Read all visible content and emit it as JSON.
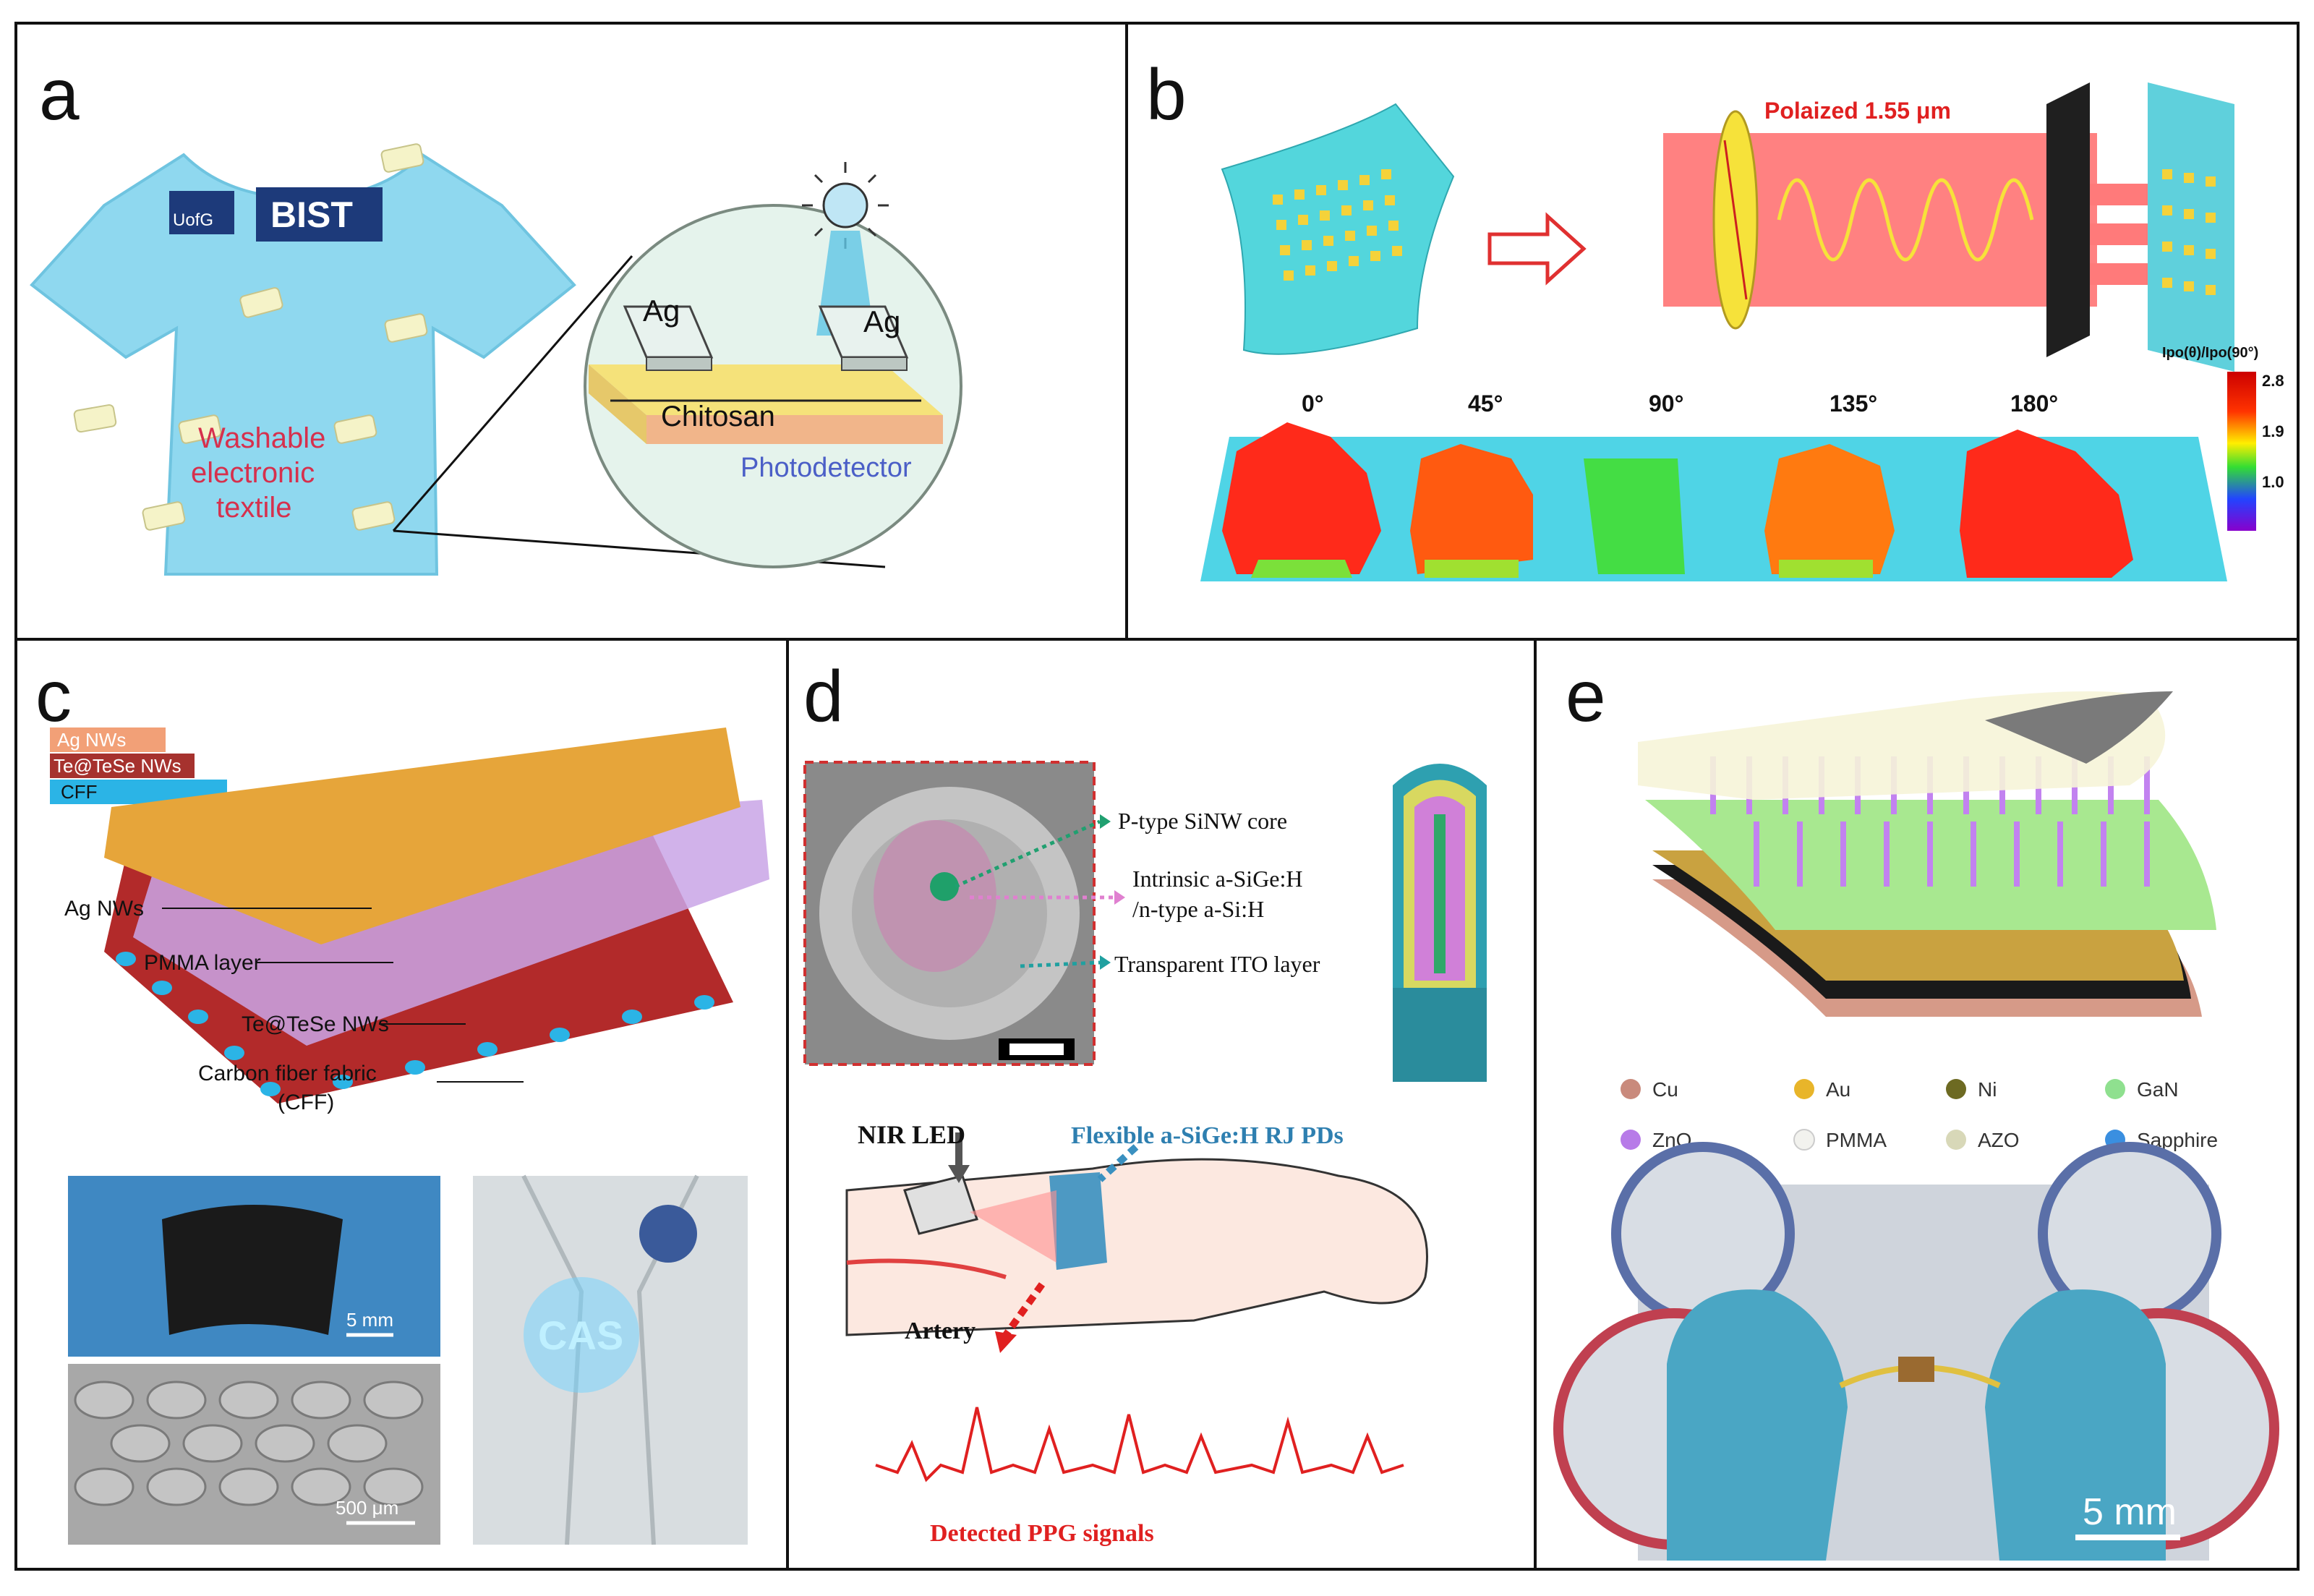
{
  "panels": {
    "a": {
      "label": "a",
      "logos": [
        "UofG",
        "BIST"
      ],
      "textile_lines": [
        "Washable",
        "electronic",
        "textile"
      ],
      "electrode_left": "Ag",
      "electrode_right": "Ag",
      "substrate": "Chitosan",
      "device": "Photodetector"
    },
    "b": {
      "label": "b",
      "beam": "Polaized 1.55 μm",
      "angles": [
        "0°",
        "45°",
        "90°",
        "135°",
        "180°"
      ],
      "colorbar_title": "Ipo(θ)/Ipo(90°)",
      "colorbar_ticks": [
        "2.8",
        "1.9",
        "1.0"
      ]
    },
    "c": {
      "label": "c",
      "legend": [
        "Ag NWs",
        "Te@TeSe NWs",
        "CFF"
      ],
      "layers": [
        "Ag NWs",
        "PMMA layer",
        "Te@TeSe NWs",
        "Carbon fiber fabric",
        "(CFF)"
      ],
      "scale_photo": "5 mm",
      "scale_sem": "500 μm",
      "glow_text": "CAS"
    },
    "d": {
      "label": "d",
      "structure": [
        "P-type  SiNW core",
        "Intrinsic  a-SiGe:H",
        "/n-type  a-Si:H",
        "Transparent  ITO layer"
      ],
      "led": "NIR LED",
      "pd": "Flexible a-SiGe:H RJ PDs",
      "artery": "Artery",
      "signal": "Detected PPG signals"
    },
    "e": {
      "label": "e",
      "materials": [
        {
          "name": "Cu",
          "color": "#c98a7c"
        },
        {
          "name": "Au",
          "color": "#e8b52a"
        },
        {
          "name": "Ni",
          "color": "#6d6a22"
        },
        {
          "name": "GaN",
          "color": "#8fe08f"
        },
        {
          "name": "ZnO",
          "color": "#b77be8"
        },
        {
          "name": "PMMA",
          "color": "#f2f2ee"
        },
        {
          "name": "AZO",
          "color": "#d8d8b8"
        },
        {
          "name": "Sapphire",
          "color": "#3a8fe0"
        }
      ],
      "scale": "5 mm"
    }
  }
}
